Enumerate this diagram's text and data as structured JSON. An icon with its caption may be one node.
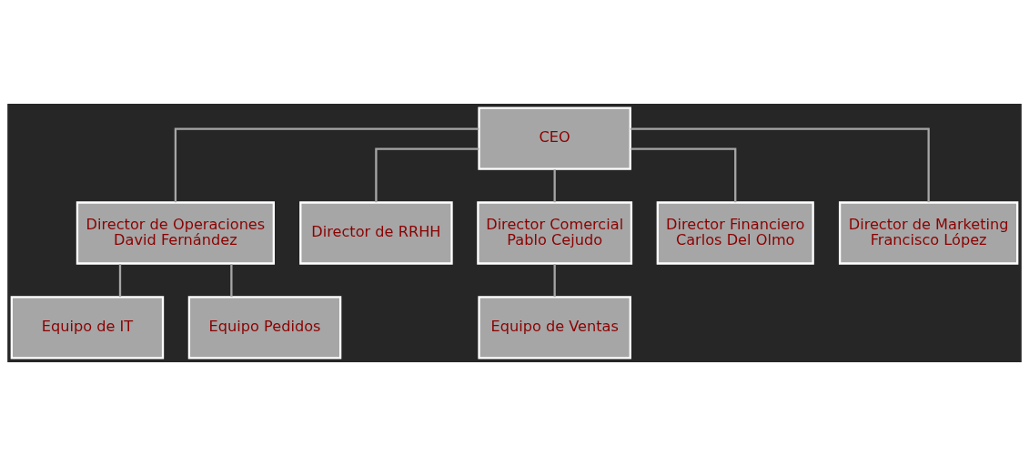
{
  "diagram": {
    "nodes": [
      {
        "text": [
          "CEO"
        ]
      },
      {
        "text": [
          "Director de Operaciones",
          "David Fernández"
        ]
      },
      {
        "text": [
          "Director de RRHH"
        ]
      },
      {
        "text": [
          "Director Comercial",
          "Pablo Cejudo"
        ]
      },
      {
        "text": [
          "Director Financiero",
          "Carlos Del Olmo"
        ]
      },
      {
        "text": [
          "Director de Marketing",
          "Francisco López"
        ]
      },
      {
        "text": [
          "Equipo de IT"
        ]
      },
      {
        "text": [
          "Equipo Pedidos"
        ]
      },
      {
        "text": [
          "Equipo de Ventas"
        ]
      }
    ],
    "edges": [
      {
        "from": 0,
        "to": 1,
        "arrow": "none"
      },
      {
        "from": 0,
        "to": 2,
        "arrow": "none"
      },
      {
        "from": 0,
        "to": 3,
        "arrow": "none"
      },
      {
        "from": 0,
        "to": 4,
        "arrow": "none"
      },
      {
        "from": 0,
        "to": 5,
        "arrow": "none"
      },
      {
        "from": 1,
        "to": 6,
        "arrow": "none"
      },
      {
        "from": 1,
        "to": 7,
        "arrow": "none"
      },
      {
        "from": 3,
        "to": 8,
        "arrow": "none"
      }
    ]
  }
}
